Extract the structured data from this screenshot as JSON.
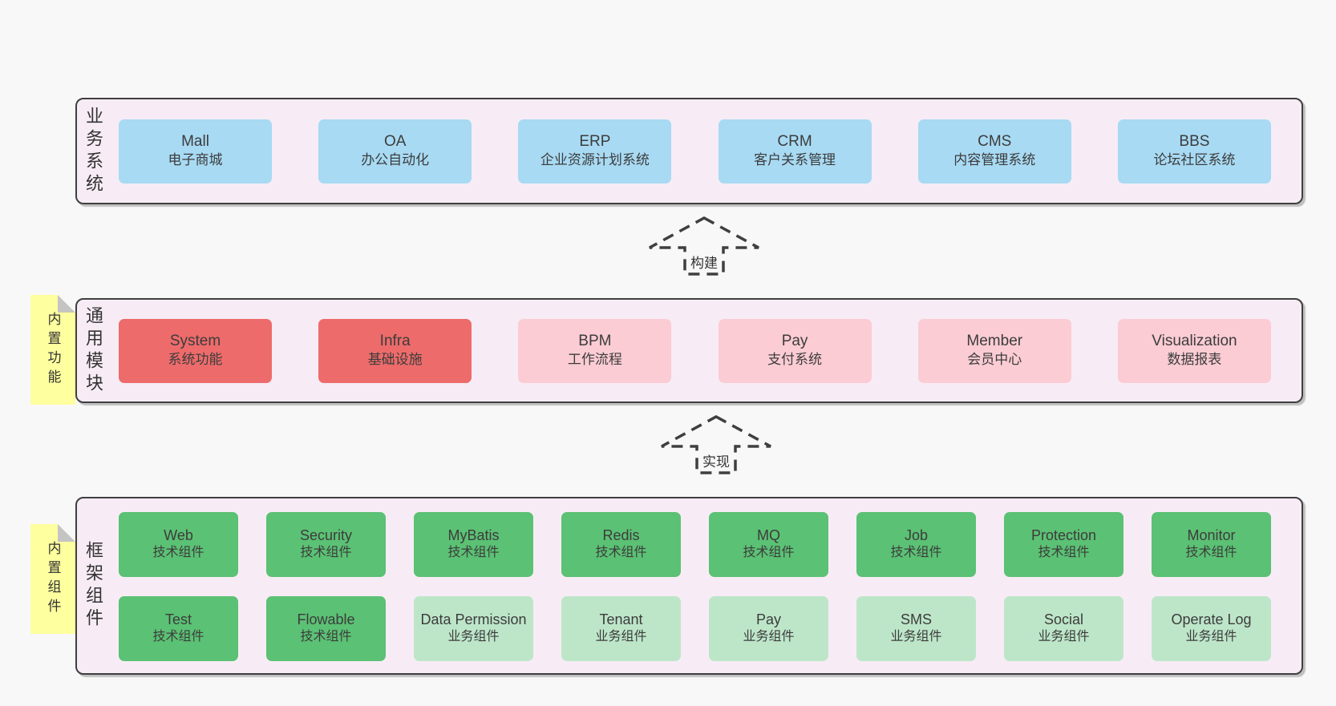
{
  "page": {
    "background": "#f8f8f8",
    "text_color": "#3c3c3c"
  },
  "colors": {
    "layer_background": "#f7ecf5",
    "layer_border": "#3f3f3f",
    "blue_box": "#a8daf3",
    "red_box": "#ee6b6b",
    "pink_box": "#fbccd4",
    "green_box": "#5bc174",
    "light_green_box": "#bde6c9",
    "sticky_yellow": "#feff9e",
    "sticky_fold_gray": "#c4c4c4"
  },
  "arrows": [
    {
      "label": "构建"
    },
    {
      "label": "实现"
    }
  ],
  "layers": [
    {
      "label": "业务系统",
      "boxes": [
        {
          "title": "Mall",
          "subtitle": "电子商城",
          "variant": "blue"
        },
        {
          "title": "OA",
          "subtitle": "办公自动化",
          "variant": "blue"
        },
        {
          "title": "ERP",
          "subtitle": "企业资源计划系统",
          "variant": "blue"
        },
        {
          "title": "CRM",
          "subtitle": "客户关系管理",
          "variant": "blue"
        },
        {
          "title": "CMS",
          "subtitle": "内容管理系统",
          "variant": "blue"
        },
        {
          "title": "BBS",
          "subtitle": "论坛社区系统",
          "variant": "blue"
        }
      ]
    },
    {
      "label": "通用模块",
      "sticky": "内置功能",
      "boxes": [
        {
          "title": "System",
          "subtitle": "系统功能",
          "variant": "red"
        },
        {
          "title": "Infra",
          "subtitle": "基础设施",
          "variant": "red"
        },
        {
          "title": "BPM",
          "subtitle": "工作流程",
          "variant": "pink"
        },
        {
          "title": "Pay",
          "subtitle": "支付系统",
          "variant": "pink"
        },
        {
          "title": "Member",
          "subtitle": "会员中心",
          "variant": "pink"
        },
        {
          "title": "Visualization",
          "subtitle": "数据报表",
          "variant": "pink"
        }
      ]
    },
    {
      "label": "框架组件",
      "sticky": "内置组件",
      "rows": [
        [
          {
            "title": "Web",
            "subtitle": "技术组件",
            "variant": "green"
          },
          {
            "title": "Security",
            "subtitle": "技术组件",
            "variant": "green"
          },
          {
            "title": "MyBatis",
            "subtitle": "技术组件",
            "variant": "green"
          },
          {
            "title": "Redis",
            "subtitle": "技术组件",
            "variant": "green"
          },
          {
            "title": "MQ",
            "subtitle": "技术组件",
            "variant": "green"
          },
          {
            "title": "Job",
            "subtitle": "技术组件",
            "variant": "green"
          },
          {
            "title": "Protection",
            "subtitle": "技术组件",
            "variant": "green"
          },
          {
            "title": "Monitor",
            "subtitle": "技术组件",
            "variant": "green"
          }
        ],
        [
          {
            "title": "Test",
            "subtitle": "技术组件",
            "variant": "green"
          },
          {
            "title": "Flowable",
            "subtitle": "技术组件",
            "variant": "green"
          },
          {
            "title": "Data Permission",
            "subtitle": "业务组件",
            "variant": "lightgreen"
          },
          {
            "title": "Tenant",
            "subtitle": "业务组件",
            "variant": "lightgreen"
          },
          {
            "title": "Pay",
            "subtitle": "业务组件",
            "variant": "lightgreen"
          },
          {
            "title": "SMS",
            "subtitle": "业务组件",
            "variant": "lightgreen"
          },
          {
            "title": "Social",
            "subtitle": "业务组件",
            "variant": "lightgreen"
          },
          {
            "title": "Operate Log",
            "subtitle": "业务组件",
            "variant": "lightgreen"
          }
        ]
      ]
    }
  ]
}
